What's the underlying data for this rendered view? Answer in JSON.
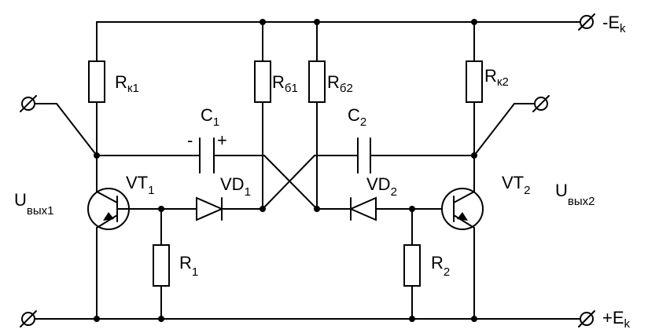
{
  "labels": {
    "supply_neg": {
      "main": "-E",
      "sub": "k"
    },
    "supply_pos": {
      "main": "+E",
      "sub": "k"
    },
    "rk1": {
      "main": "R",
      "sub": "к1"
    },
    "rb1": {
      "main": "R",
      "sub": "б1"
    },
    "rb2": {
      "main": "R",
      "sub": "б2"
    },
    "rk2": {
      "main": "R",
      "sub": "к2"
    },
    "c1": {
      "main": "C",
      "sub": "1"
    },
    "c2": {
      "main": "C",
      "sub": "2"
    },
    "c1_minus": "-",
    "c1_plus": "+",
    "vt1": {
      "main": "VT",
      "sub": "1"
    },
    "vt2": {
      "main": "VT",
      "sub": "2"
    },
    "vd1": {
      "main": "VD",
      "sub": "1"
    },
    "vd2": {
      "main": "VD",
      "sub": "2"
    },
    "r1": {
      "main": "R",
      "sub": "1"
    },
    "r2": {
      "main": "R",
      "sub": "2"
    },
    "uout1": {
      "main": "U",
      "sub": "вых1"
    },
    "uout2": {
      "main": "U",
      "sub": "вых2"
    }
  }
}
